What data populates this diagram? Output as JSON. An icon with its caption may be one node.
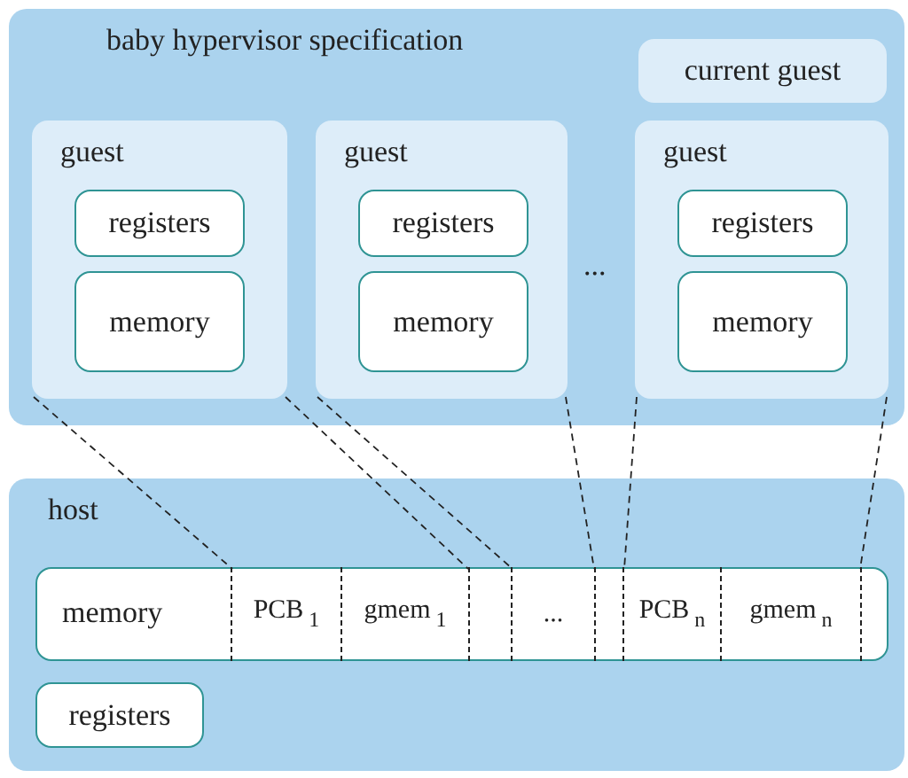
{
  "diagram": {
    "nodes": [
      {
        "text": [
          "baby hypervisor specification"
        ]
      },
      {
        "text": [
          "current guest"
        ],
        "in": 0
      },
      {
        "text": [
          "guest"
        ],
        "in": 0
      },
      {
        "text": [
          "registers"
        ],
        "in": 2
      },
      {
        "text": [
          "memory"
        ],
        "in": 2
      },
      {
        "text": [
          "guest"
        ],
        "in": 0
      },
      {
        "text": [
          "registers"
        ],
        "in": 5
      },
      {
        "text": [
          "memory"
        ],
        "in": 5
      },
      {
        "text": [
          "guest"
        ],
        "in": 0
      },
      {
        "text": [
          "registers"
        ],
        "in": 8
      },
      {
        "text": [
          "memory"
        ],
        "in": 8
      },
      {
        "text": [
          "host"
        ]
      },
      {
        "text": [
          "memory"
        ],
        "in": 11
      },
      {
        "text": [
          "PCB$_{1}$"
        ],
        "in": 12
      },
      {
        "text": [
          "gmem$_{1}$"
        ],
        "in": 12
      },
      {
        "text": [
          "..."
        ],
        "in": 12
      },
      {
        "text": [
          "PCB$_{n}$"
        ],
        "in": 12
      },
      {
        "text": [
          "gmem$_{n}$"
        ],
        "in": 12
      },
      {
        "text": [
          "registers"
        ],
        "in": 11
      }
    ],
    "edges": [
      {
        "from": 2,
        "to": 13,
        "arrow": "none",
        "style": "dashed"
      },
      {
        "from": 2,
        "to": 14,
        "arrow": "none",
        "style": "dashed"
      },
      {
        "from": 5,
        "to": 15,
        "arrow": "none",
        "style": "dashed"
      },
      {
        "from": 5,
        "to": 15,
        "arrow": "none",
        "style": "dashed"
      },
      {
        "from": 8,
        "to": 16,
        "arrow": "none",
        "style": "dashed"
      },
      {
        "from": 8,
        "to": 17,
        "arrow": "none",
        "style": "dashed"
      }
    ],
    "labels": [
      "..."
    ]
  }
}
